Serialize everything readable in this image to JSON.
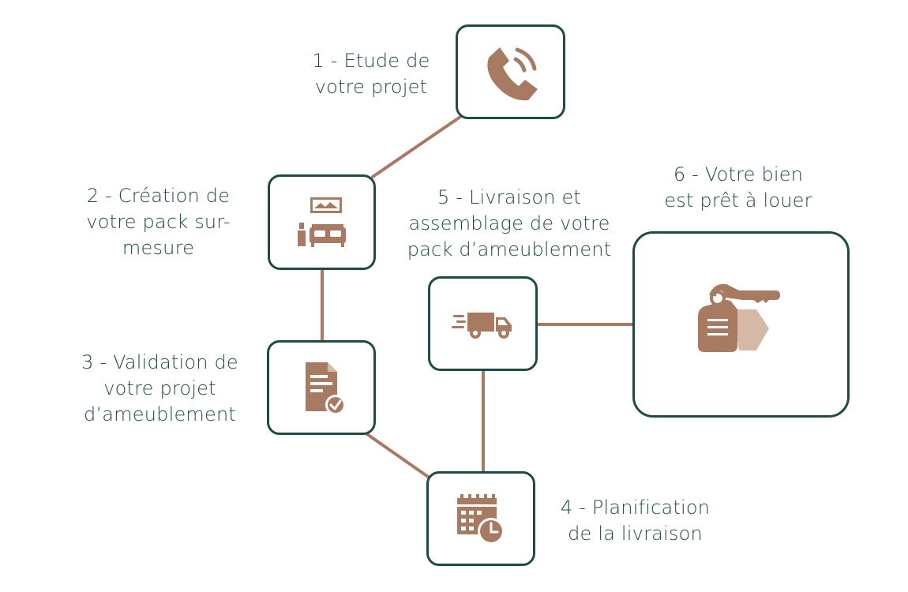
{
  "colors": {
    "accent": "#a87a62",
    "border": "#1f4a45",
    "text": "#1f4a45",
    "connector": "#a87a62"
  },
  "steps": [
    {
      "label_lines": [
        "1 - Etude de",
        "votre projet"
      ],
      "icon": "phone-icon"
    },
    {
      "label_lines": [
        "2 - Création de",
        "votre pack sur-",
        "mesure"
      ],
      "icon": "living-room-icon"
    },
    {
      "label_lines": [
        "3 - Validation de",
        "votre projet",
        "d’ameublement"
      ],
      "icon": "document-check-icon"
    },
    {
      "label_lines": [
        "4 - Planification",
        "de la livraison"
      ],
      "icon": "calendar-clock-icon"
    },
    {
      "label_lines": [
        "5 - Livraison et",
        "assemblage de votre",
        "pack d’ameublement"
      ],
      "icon": "delivery-truck-icon"
    },
    {
      "label_lines": [
        "6 - Votre bien",
        "est prêt à louer"
      ],
      "icon": "key-tag-icon"
    }
  ]
}
